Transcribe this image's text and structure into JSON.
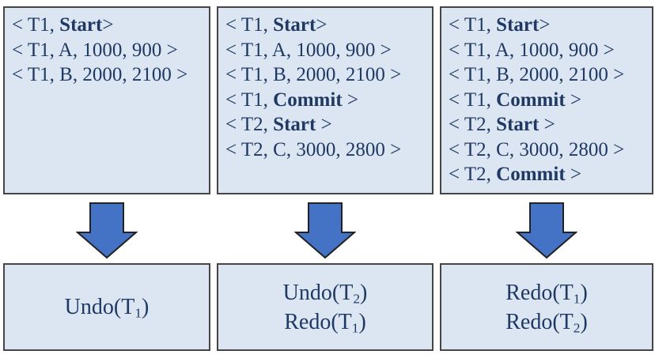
{
  "colors": {
    "background": "#ffffff",
    "box_fill": "#dbe6f2",
    "box_border": "#454545",
    "text": "#1f3864",
    "arrow_fill": "#4472c4",
    "arrow_stroke": "#222222"
  },
  "icons": [
    {
      "name": "down-arrow-icon",
      "meaning": "block arrow pointing down from log to recovery actions"
    }
  ],
  "columns": [
    {
      "log_lines": [
        [
          {
            "t": "< T1, "
          },
          {
            "t": "Start",
            "b": true
          },
          {
            "t": ">"
          }
        ],
        [
          {
            "t": "< T1, A, 1000, 900 >"
          }
        ],
        [
          {
            "t": "< T1, B, 2000, 2100 >"
          }
        ]
      ],
      "result_lines": [
        [
          {
            "t": "Undo(T"
          },
          {
            "t": "1",
            "sub": true
          },
          {
            "t": ")"
          }
        ]
      ]
    },
    {
      "log_lines": [
        [
          {
            "t": "< T1, "
          },
          {
            "t": "Start",
            "b": true
          },
          {
            "t": ">"
          }
        ],
        [
          {
            "t": "< T1, A, 1000, 900 >"
          }
        ],
        [
          {
            "t": "< T1, B, 2000, 2100 >"
          }
        ],
        [
          {
            "t": "< T1, "
          },
          {
            "t": "Commit",
            "b": true
          },
          {
            "t": " >"
          }
        ],
        [
          {
            "t": "< T2, "
          },
          {
            "t": "Start",
            "b": true
          },
          {
            "t": " >"
          }
        ],
        [
          {
            "t": "< T2, C, 3000, 2800 >"
          }
        ]
      ],
      "result_lines": [
        [
          {
            "t": "Undo(T"
          },
          {
            "t": "2",
            "sub": true
          },
          {
            "t": ")"
          }
        ],
        [
          {
            "t": "Redo(T"
          },
          {
            "t": "1",
            "sub": true
          },
          {
            "t": ")"
          }
        ]
      ]
    },
    {
      "log_lines": [
        [
          {
            "t": "< T1, "
          },
          {
            "t": "Start",
            "b": true
          },
          {
            "t": ">"
          }
        ],
        [
          {
            "t": "< T1, A, 1000, 900 >"
          }
        ],
        [
          {
            "t": "< T1, B, 2000, 2100 >"
          }
        ],
        [
          {
            "t": "< T1, "
          },
          {
            "t": "Commit",
            "b": true
          },
          {
            "t": " >"
          }
        ],
        [
          {
            "t": "< T2, "
          },
          {
            "t": "Start",
            "b": true
          },
          {
            "t": " >"
          }
        ],
        [
          {
            "t": "< T2, C, 3000, 2800 >"
          }
        ],
        [
          {
            "t": "< T2, "
          },
          {
            "t": "Commit",
            "b": true
          },
          {
            "t": " >"
          }
        ]
      ],
      "result_lines": [
        [
          {
            "t": "Redo(T"
          },
          {
            "t": "1",
            "sub": true
          },
          {
            "t": ")"
          }
        ],
        [
          {
            "t": "Redo(T"
          },
          {
            "t": "2",
            "sub": true
          },
          {
            "t": ")"
          }
        ]
      ]
    }
  ]
}
